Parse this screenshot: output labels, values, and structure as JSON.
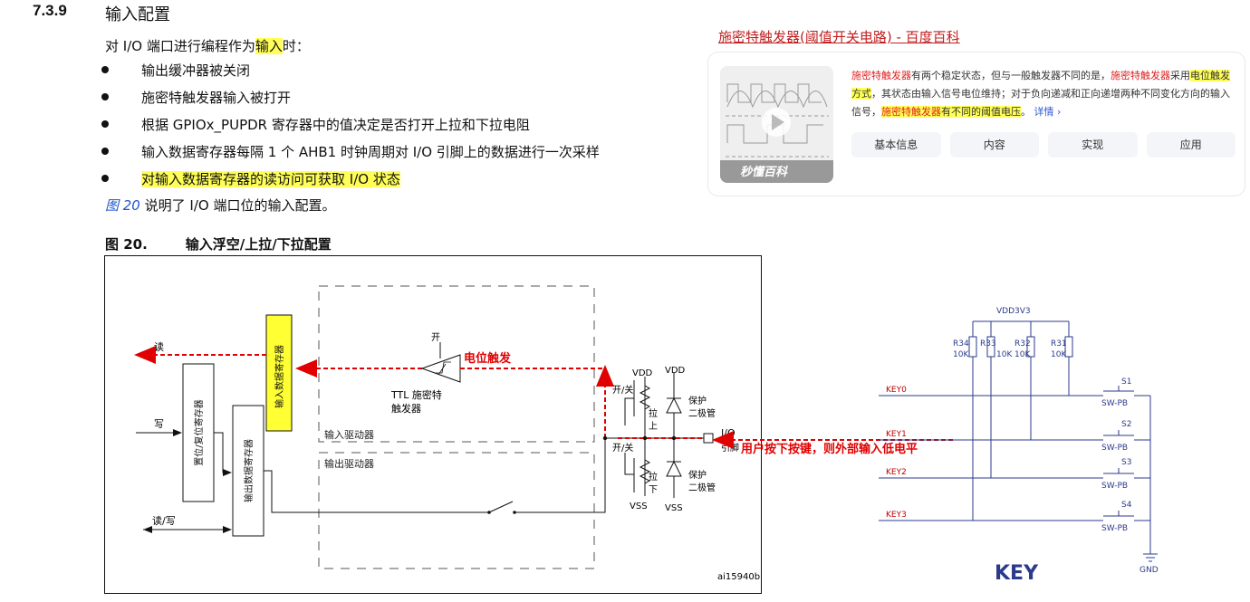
{
  "section": {
    "number": "7.3.9",
    "title": "输入配置",
    "intro_prefix": "对 I/O 端口进行编程作为",
    "intro_highlight": "输入",
    "intro_suffix": "时：",
    "bullets": [
      "输出缓冲器被关闭",
      "施密特触发器输入被打开",
      "根据 GPIOx_PUPDR 寄存器中的值决定是否打开上拉和下拉电阻",
      "输入数据寄存器每隔 1 个 AHB1 时钟周期对 I/O 引脚上的数据进行一次采样",
      "对输入数据寄存器的读访问可获取 I/O 状态"
    ],
    "figure_ref_link": "图 20",
    "figure_ref_rest": " 说明了 I/O 端口位的输入配置。",
    "figure_label": "图 20.",
    "figure_title": "输入浮空/上拉/下拉配置"
  },
  "baike": {
    "title": "施密特触发器(阈值开关电路) - 百度百科",
    "desc_1": "施密特触发器",
    "desc_2": "有两个稳定状态，但与一般触发器不同的是，",
    "desc_3": "施密特触发器",
    "desc_4": "采用",
    "desc_5": "电位触发方式",
    "desc_6": "，其状态由输入信号电位维持；对于负向递减和正向递增两种不同变化方向的输入信号，",
    "desc_7": "施密特触发器",
    "desc_8": "有不同的阈值电压",
    "desc_9": "。",
    "more": "详情 ›",
    "tabs": [
      "基本信息",
      "内容",
      "实现",
      "应用"
    ],
    "thumb_watermark": "秒懂百科"
  },
  "diagram": {
    "read": "读",
    "write": "写",
    "read_write": "读/写",
    "set_reset_reg": "置位/复位寄存器",
    "output_data_reg": "输出数据寄存器",
    "input_data_reg": "输入数据寄存器",
    "on_label": "开",
    "ttl_label": "TTL 施密特",
    "trigger_label": "触发器",
    "input_driver": "输入驱动器",
    "output_driver": "输出驱动器",
    "on_off_1": "开/关",
    "on_off_2": "开/关",
    "pull_up": "上",
    "pull_down": "下",
    "pull": "拉",
    "vdd1": "VDD",
    "vdd2": "VDD",
    "vss1": "VSS",
    "vss2": "VSS",
    "protect1": "保护",
    "diode1": "二极管",
    "protect2": "保护",
    "diode2": "二极管",
    "io": "I/O",
    "pin": "引脚",
    "annotation_trigger": "电位触发",
    "annotation_key": "用户按下按键，则外部输入低电平",
    "code": "ai15940b"
  },
  "schematic": {
    "vdd": "VDD3V3",
    "resistors": [
      "R34",
      "R33",
      "R32",
      "R31"
    ],
    "res_value": "10K",
    "keys": [
      "KEY0",
      "KEY1",
      "KEY2",
      "KEY3"
    ],
    "switches": [
      "S1",
      "S2",
      "S3",
      "S4"
    ],
    "sw_type": "SW-PB",
    "gnd": "GND",
    "title": "KEY"
  },
  "colors": {
    "highlight": "#ffff57",
    "annotation_red": "#e00000",
    "link_blue": "#2255cc"
  }
}
